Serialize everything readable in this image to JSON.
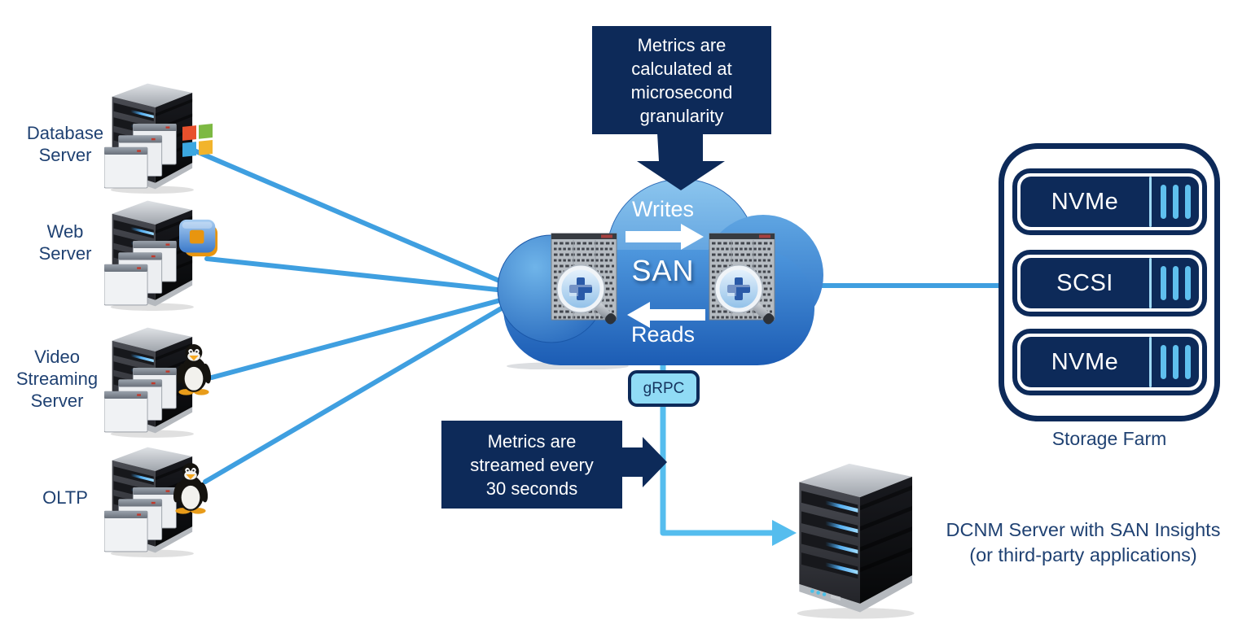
{
  "diagram": {
    "servers": [
      {
        "label": "Database Server",
        "label_lines": [
          "Database",
          "Server"
        ],
        "logo_icon": "windows-logo"
      },
      {
        "label": "Web Server",
        "label_lines": [
          "Web",
          "Server"
        ],
        "logo_icon": "vmware-logo"
      },
      {
        "label": "Video Streaming Server",
        "label_lines": [
          "Video",
          "Streaming",
          "Server"
        ],
        "logo_icon": "linux-tux"
      },
      {
        "label": "OLTP",
        "label_lines": [
          "OLTP"
        ],
        "logo_icon": "linux-tux"
      }
    ],
    "cloud": {
      "name": "SAN",
      "writes_label": "Writes",
      "reads_label": "Reads",
      "switch_icon": "san-switch-with-magnifier"
    },
    "callout_top": {
      "lines": [
        "Metrics are",
        "calculated at",
        "microsecond",
        "granularity"
      ]
    },
    "callout_stream": {
      "lines": [
        "Metrics are",
        "streamed every",
        "30 seconds"
      ]
    },
    "protocol_badge": "gRPC",
    "storage_farm": {
      "units": [
        "NVMe",
        "SCSI",
        "NVMe"
      ],
      "label": "Storage Farm"
    },
    "dcnm": {
      "lines": [
        "DCNM Server with SAN Insights",
        "(or third-party applications)"
      ]
    },
    "colors": {
      "navy": "#0d2a59",
      "link_blue": "#3f9fe0",
      "stream_blue": "#55bdee",
      "grpc_fill": "#90dbf5",
      "storage_bar_blue": "#5fc0ee",
      "label_navy": "#1f4172",
      "cloud_blue_top": "#8cc6ee",
      "cloud_blue_bottom": "#1c5cb4"
    }
  }
}
